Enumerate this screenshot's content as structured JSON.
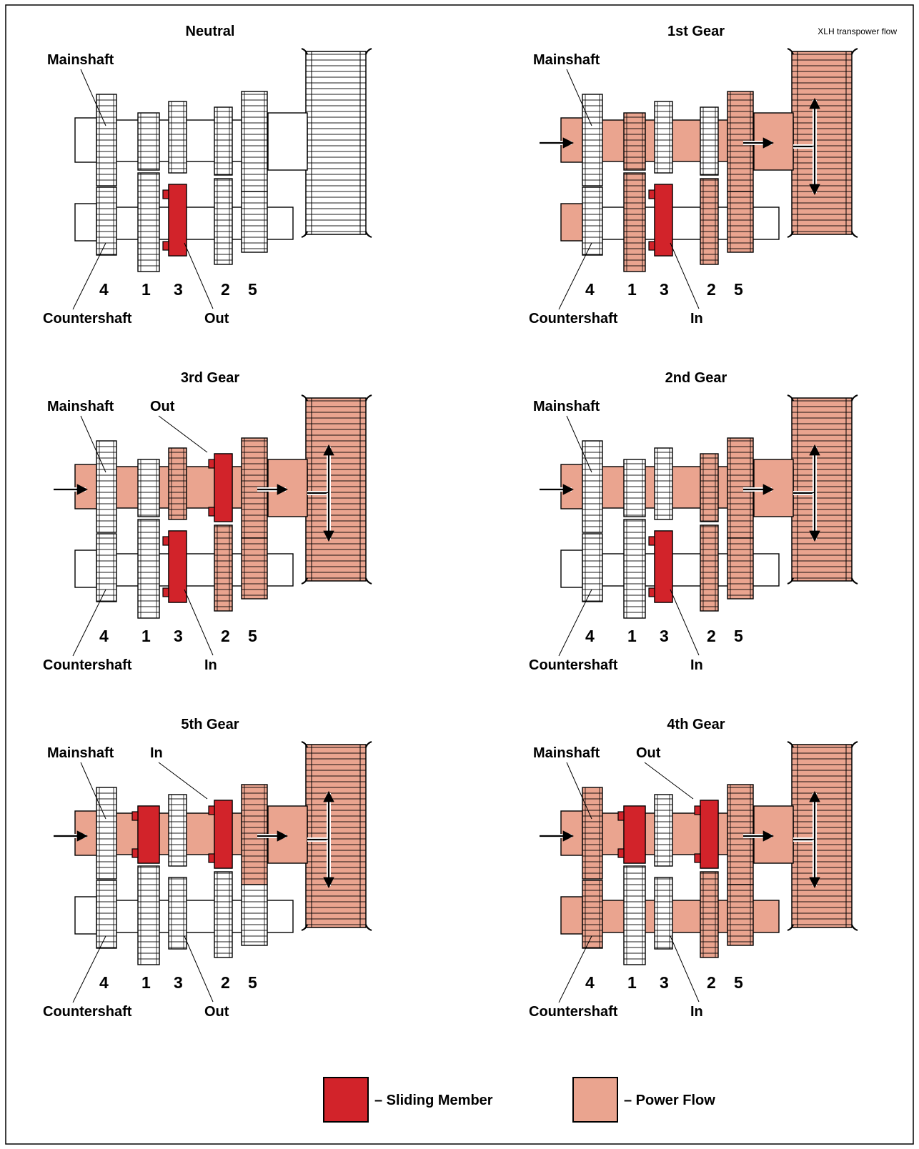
{
  "note": "XLH transpower flow",
  "colors": {
    "sliding": "#d2232a",
    "power": "#eaa48f",
    "outline": "#000000",
    "plain": "#ffffff"
  },
  "panels": [
    {
      "title": "Neutral",
      "mainshaft_label": "Mainshaft",
      "countershaft_label": "Countershaft",
      "gear_numbers": [
        "4",
        "1",
        "3",
        "2",
        "5"
      ],
      "callouts": [
        {
          "text": "Out"
        }
      ],
      "sliding_members": [
        "countershaft 3rd gear"
      ],
      "power_flow": []
    },
    {
      "title": "1st Gear",
      "mainshaft_label": "Mainshaft",
      "countershaft_label": "Countershaft",
      "gear_numbers": [
        "4",
        "1",
        "3",
        "2",
        "5"
      ],
      "callouts": [
        {
          "text": "In"
        }
      ],
      "sliding_members": [
        "countershaft 3rd gear"
      ],
      "power_flow": [
        "mainshaft 1st gear",
        "countershaft 1st gear",
        "countershaft 2nd gear",
        "mainshaft 5th gear",
        "clutch"
      ]
    },
    {
      "title": "3rd Gear",
      "mainshaft_label": "Mainshaft",
      "countershaft_label": "Countershaft",
      "gear_numbers": [
        "4",
        "1",
        "3",
        "2",
        "5"
      ],
      "callouts": [
        {
          "text": "In"
        },
        {
          "text": "Out"
        }
      ],
      "sliding_members": [
        "mainshaft 2nd gear",
        "countershaft 3rd gear"
      ],
      "power_flow": [
        "mainshaft 3rd gear",
        "countershaft 2nd gear",
        "mainshaft 5th gear",
        "clutch"
      ]
    },
    {
      "title": "2nd Gear",
      "mainshaft_label": "Mainshaft",
      "countershaft_label": "Countershaft",
      "gear_numbers": [
        "4",
        "1",
        "3",
        "2",
        "5"
      ],
      "callouts": [
        {
          "text": "In"
        }
      ],
      "sliding_members": [
        "countershaft 3rd gear"
      ],
      "power_flow": [
        "mainshaft 2nd gear",
        "countershaft 2nd gear",
        "mainshaft 5th gear",
        "clutch"
      ]
    },
    {
      "title": "5th Gear",
      "mainshaft_label": "Mainshaft",
      "countershaft_label": "Countershaft",
      "gear_numbers": [
        "4",
        "1",
        "3",
        "2",
        "5"
      ],
      "callouts": [
        {
          "text": "Out"
        },
        {
          "text": "In"
        }
      ],
      "sliding_members": [
        "mainshaft 1st gear",
        "mainshaft 2nd gear"
      ],
      "power_flow": [
        "mainshaft",
        "mainshaft 5th gear",
        "clutch"
      ]
    },
    {
      "title": "4th Gear",
      "mainshaft_label": "Mainshaft",
      "countershaft_label": "Countershaft",
      "gear_numbers": [
        "4",
        "1",
        "3",
        "2",
        "5"
      ],
      "callouts": [
        {
          "text": "In"
        },
        {
          "text": "Out"
        }
      ],
      "sliding_members": [
        "mainshaft 1st gear",
        "mainshaft 2nd gear"
      ],
      "power_flow": [
        "mainshaft 4th gear",
        "countershaft 4th gear",
        "countershaft",
        "countershaft 2nd gear",
        "mainshaft 5th gear",
        "clutch"
      ]
    }
  ],
  "legend": [
    {
      "label": "– Sliding Member",
      "color_key": "sliding"
    },
    {
      "label": "– Power Flow",
      "color_key": "power"
    }
  ]
}
